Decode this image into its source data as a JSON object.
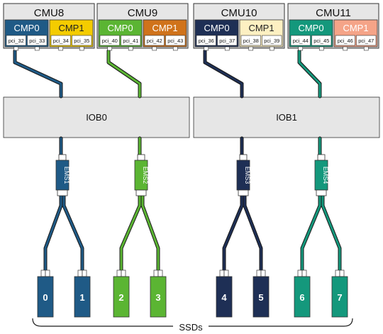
{
  "colors": {
    "cmu_bg": "#e6e6e6",
    "iob_bg": "#e6e6e6",
    "border": "#333333",
    "ems1": "#1f5a86",
    "ems2": "#5bb533",
    "ems3": "#1e2f55",
    "ems4": "#14987c",
    "cmp_cmu8_0": "#1f5a86",
    "cmp_cmu8_1": "#f4cc00",
    "cmp_cmu9_0": "#5bb533",
    "cmp_cmu9_1": "#d0731b",
    "cmp_cmu10_0": "#1e2f55",
    "cmp_cmu10_1": "#fdf0c2",
    "cmp_cmu11_0": "#14987c",
    "cmp_cmu11_1": "#f5a488"
  },
  "cmus": [
    {
      "title": "CMU8",
      "cmp0": "CMP0",
      "cmp1": "CMP1",
      "pci": [
        "pci_32",
        "pci_33",
        "pci_34",
        "pci_35"
      ]
    },
    {
      "title": "CMU9",
      "cmp0": "CMP0",
      "cmp1": "CMP1",
      "pci": [
        "pci_40",
        "pci_41",
        "pci_42",
        "pci_43"
      ]
    },
    {
      "title": "CMU10",
      "cmp0": "CMP0",
      "cmp1": "CMP1",
      "pci": [
        "pci_36",
        "pci_37",
        "pci_38",
        "pci_39"
      ]
    },
    {
      "title": "CMU11",
      "cmp0": "CMP0",
      "cmp1": "CMP1",
      "pci": [
        "pci_44",
        "pci_45",
        "pci_46",
        "pci_47"
      ]
    }
  ],
  "iobs": [
    "IOB0",
    "IOB1"
  ],
  "ems": [
    "EMS1",
    "EMS2",
    "EMS3",
    "EMS4"
  ],
  "ssds": [
    "0",
    "1",
    "2",
    "3",
    "4",
    "5",
    "6",
    "7"
  ],
  "ssds_caption": "SSDs"
}
